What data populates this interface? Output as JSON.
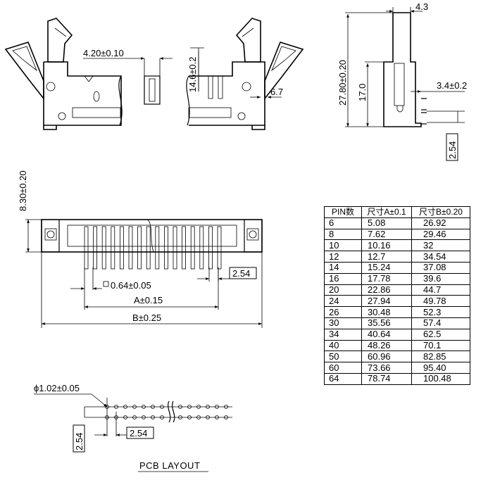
{
  "dimensions": {
    "top_width": "4.20±0.10",
    "top_height": "14.6±0.2",
    "top_side": "6.7",
    "side_width": "4.3",
    "side_total": "27.80±0.20",
    "side_pin": "17.0",
    "side_offset": "3.4±0.2",
    "side_pitch": "2.54",
    "front_height": "8.30±0.20",
    "front_pitch": "2.54",
    "pin_size": "0.64±0.05",
    "dim_a": "A±0.15",
    "dim_b": "B±0.25",
    "hole_dia": "ϕ1.02±0.05",
    "pcb_pitch_v": "2.54",
    "pcb_pitch_h": "2.54"
  },
  "labels": {
    "pcb_layout": "PCB LAYOUT"
  },
  "pin_table": {
    "headers": [
      "PIN数",
      "尺寸A±0.1",
      "尺寸B±0.20"
    ],
    "rows": [
      [
        "6",
        "5.08",
        "26.92"
      ],
      [
        "8",
        "7.62",
        "29.46"
      ],
      [
        "10",
        "10.16",
        "32"
      ],
      [
        "12",
        "12.7",
        "34.54"
      ],
      [
        "14",
        "15.24",
        "37.08"
      ],
      [
        "16",
        "17.78",
        "39.6"
      ],
      [
        "20",
        "22.86",
        "44.7"
      ],
      [
        "24",
        "27.94",
        "49.78"
      ],
      [
        "26",
        "30.48",
        "52.3"
      ],
      [
        "30",
        "35.56",
        "57.4"
      ],
      [
        "34",
        "40.64",
        "62.5"
      ],
      [
        "40",
        "48.26",
        "70.1"
      ],
      [
        "50",
        "60.96",
        "82.85"
      ],
      [
        "60",
        "73.66",
        "95.40"
      ],
      [
        "64",
        "78.74",
        "100.48"
      ]
    ]
  }
}
